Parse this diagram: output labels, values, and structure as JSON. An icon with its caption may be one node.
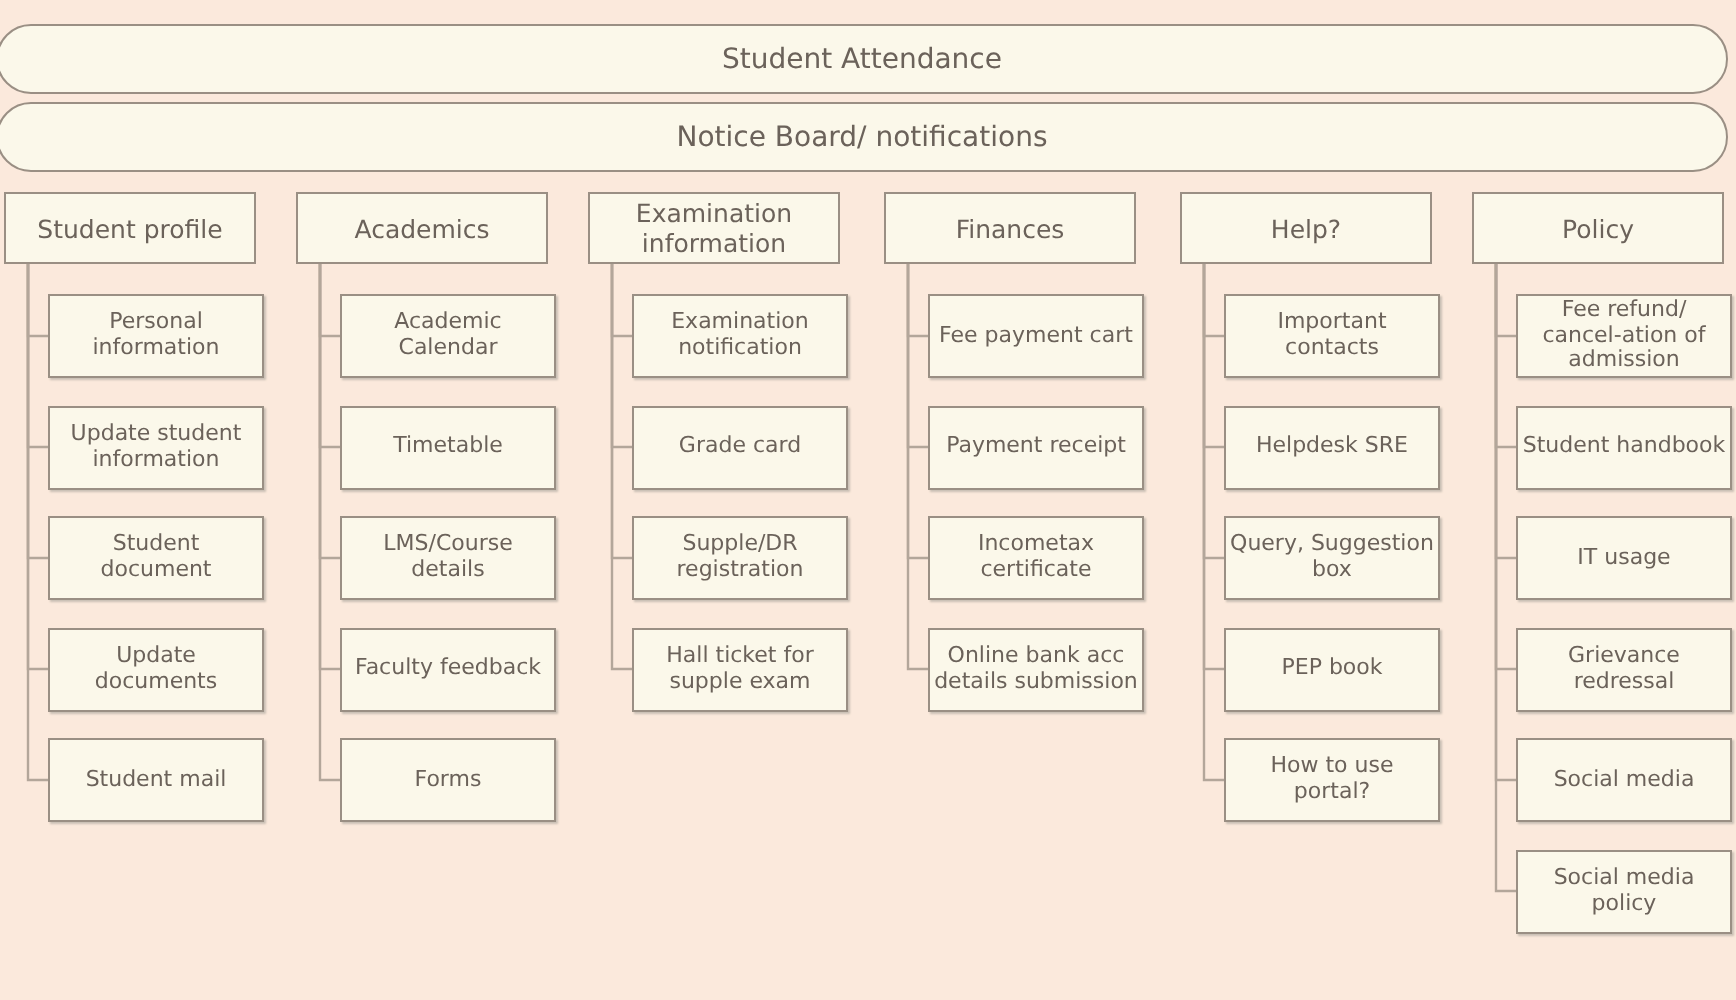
{
  "diagram": {
    "nodes": [
      {
        "text": [
          "Student Attendance"
        ]
      },
      {
        "text": [
          "Notice Board/ notifications"
        ]
      },
      {
        "text": [
          "Student profile"
        ]
      },
      {
        "text": [
          "Personal information"
        ]
      },
      {
        "text": [
          "Update student information"
        ]
      },
      {
        "text": [
          "Student document"
        ]
      },
      {
        "text": [
          "Update documents"
        ]
      },
      {
        "text": [
          "Student mail"
        ]
      },
      {
        "text": [
          "Academics"
        ]
      },
      {
        "text": [
          "Academic Calendar"
        ]
      },
      {
        "text": [
          "Timetable"
        ]
      },
      {
        "text": [
          "LMS/Course details"
        ]
      },
      {
        "text": [
          "Faculty feedback"
        ]
      },
      {
        "text": [
          "Forms"
        ]
      },
      {
        "text": [
          "Examination information"
        ]
      },
      {
        "text": [
          "Examination notification"
        ]
      },
      {
        "text": [
          "Grade card"
        ]
      },
      {
        "text": [
          "Supple/DR registration"
        ]
      },
      {
        "text": [
          "Hall ticket for supple exam"
        ]
      },
      {
        "text": [
          "Finances"
        ]
      },
      {
        "text": [
          "Fee payment cart"
        ]
      },
      {
        "text": [
          "Payment receipt"
        ]
      },
      {
        "text": [
          "Incometax certificate"
        ]
      },
      {
        "text": [
          "Online bank acc details submission"
        ]
      },
      {
        "text": [
          "Help?"
        ]
      },
      {
        "text": [
          "Important contacts"
        ]
      },
      {
        "text": [
          "Helpdesk SRE"
        ]
      },
      {
        "text": [
          "Query, Suggestion box"
        ]
      },
      {
        "text": [
          "PEP book"
        ]
      },
      {
        "text": [
          "How to use portal?"
        ]
      },
      {
        "text": [
          "Policy"
        ]
      },
      {
        "text": [
          "Fee refund/ cancel-ation of admission"
        ]
      },
      {
        "text": [
          "Student handbook"
        ]
      },
      {
        "text": [
          "IT usage"
        ]
      },
      {
        "text": [
          "Grievance redressal"
        ]
      },
      {
        "text": [
          "Social media"
        ]
      },
      {
        "text": [
          "Social media policy"
        ]
      }
    ],
    "edges": [
      {
        "from": 2,
        "to": 3,
        "arrow": "none"
      },
      {
        "from": 2,
        "to": 4,
        "arrow": "none"
      },
      {
        "from": 2,
        "to": 5,
        "arrow": "none"
      },
      {
        "from": 2,
        "to": 6,
        "arrow": "none"
      },
      {
        "from": 2,
        "to": 7,
        "arrow": "none"
      },
      {
        "from": 8,
        "to": 9,
        "arrow": "none"
      },
      {
        "from": 8,
        "to": 10,
        "arrow": "none"
      },
      {
        "from": 8,
        "to": 11,
        "arrow": "none"
      },
      {
        "from": 8,
        "to": 12,
        "arrow": "none"
      },
      {
        "from": 8,
        "to": 13,
        "arrow": "none"
      },
      {
        "from": 14,
        "to": 15,
        "arrow": "none"
      },
      {
        "from": 14,
        "to": 16,
        "arrow": "none"
      },
      {
        "from": 14,
        "to": 17,
        "arrow": "none"
      },
      {
        "from": 14,
        "to": 18,
        "arrow": "none"
      },
      {
        "from": 19,
        "to": 20,
        "arrow": "none"
      },
      {
        "from": 19,
        "to": 21,
        "arrow": "none"
      },
      {
        "from": 19,
        "to": 22,
        "arrow": "none"
      },
      {
        "from": 19,
        "to": 23,
        "arrow": "none"
      },
      {
        "from": 24,
        "to": 25,
        "arrow": "none"
      },
      {
        "from": 24,
        "to": 26,
        "arrow": "none"
      },
      {
        "from": 24,
        "to": 27,
        "arrow": "none"
      },
      {
        "from": 24,
        "to": 28,
        "arrow": "none"
      },
      {
        "from": 24,
        "to": 29,
        "arrow": "none"
      },
      {
        "from": 30,
        "to": 31,
        "arrow": "none"
      },
      {
        "from": 30,
        "to": 32,
        "arrow": "none"
      },
      {
        "from": 30,
        "to": 33,
        "arrow": "none"
      },
      {
        "from": 30,
        "to": 34,
        "arrow": "none"
      },
      {
        "from": 30,
        "to": 35,
        "arrow": "none"
      },
      {
        "from": 30,
        "to": 36,
        "arrow": "none"
      }
    ]
  }
}
